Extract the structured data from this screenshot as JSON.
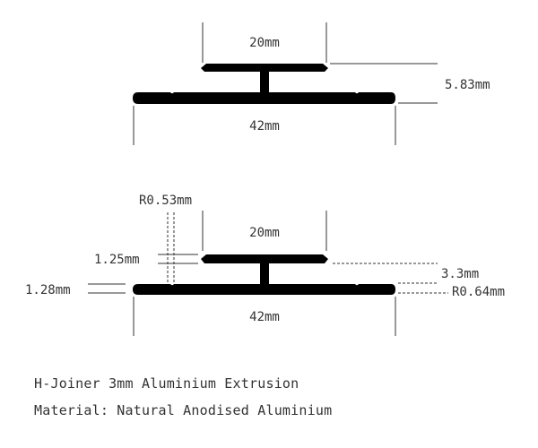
{
  "drawing": {
    "top_view": {
      "top_width_label": "20mm",
      "base_width_label": "42mm",
      "height_label": "5.83mm"
    },
    "detail_view": {
      "top_width_label": "20mm",
      "base_width_label": "42mm",
      "notch_radius_label": "R0.53mm",
      "top_thickness_label": "1.25mm",
      "base_thickness_label": "1.28mm",
      "stem_height_label": "3.3mm",
      "edge_radius_label": "R0.64mm"
    },
    "colors": {
      "profile": "#000000",
      "dimension_line": "#333333",
      "background": "#ffffff"
    }
  },
  "caption": {
    "title": "H-Joiner 3mm Aluminium Extrusion",
    "material": "Material: Natural Anodised Aluminium"
  }
}
